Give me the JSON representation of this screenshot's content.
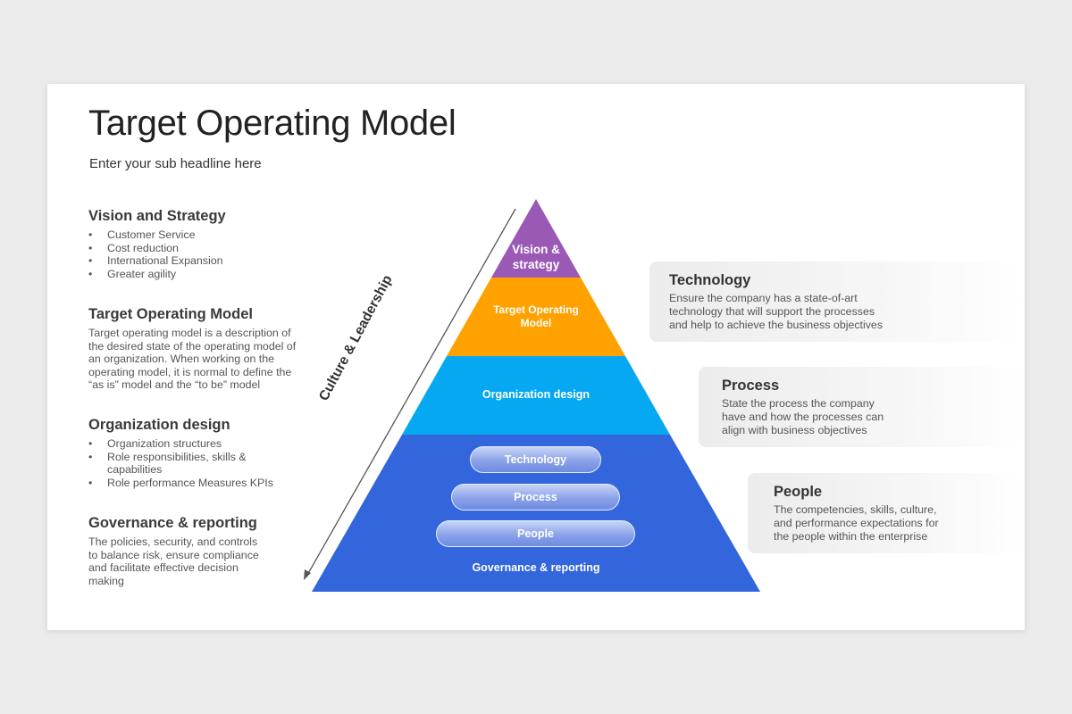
{
  "header": {
    "title": "Target Operating Model",
    "subtitle": "Enter your sub headline here"
  },
  "left": {
    "vision": {
      "heading": "Vision and Strategy",
      "bullets": [
        "Customer Service",
        "Cost reduction",
        "International Expansion",
        "Greater agility"
      ]
    },
    "tom": {
      "heading": "Target Operating Model",
      "text": "Target operating model is a description of the desired state of the operating model of an organization. When working on the operating model, it is normal to define the “as is” model and the “to be” model"
    },
    "org": {
      "heading": "Organization design",
      "bullets": [
        "Organization structures",
        "Role responsibilities, skills & capabilities",
        "Role performance Measures KPIs"
      ]
    },
    "gov": {
      "heading": "Governance & reporting",
      "text": "The policies, security, and controls to balance risk, ensure compliance and facilitate effective decision making"
    }
  },
  "pyramid": {
    "layers": {
      "vision": "Vision & strategy",
      "tom": "Target Operating Model",
      "org": "Organization design",
      "gov": "Governance & reporting"
    },
    "pills": [
      "Technology",
      "Process",
      "People"
    ],
    "side_label": "Culture & Leadership",
    "colors": {
      "vision": "#9b59b6",
      "tom": "#ffa200",
      "org": "#06a8f2",
      "gov": "#3366dd"
    }
  },
  "cards": [
    {
      "title": "Technology",
      "text": "Ensure the company has a state-of-art technology that will support the processes and help to achieve the business objectives"
    },
    {
      "title": "Process",
      "text": "State the process the company have and how the processes can align with business objectives"
    },
    {
      "title": "People",
      "text": "The competencies, skills, culture, and performance expectations for the people within the enterprise"
    }
  ]
}
